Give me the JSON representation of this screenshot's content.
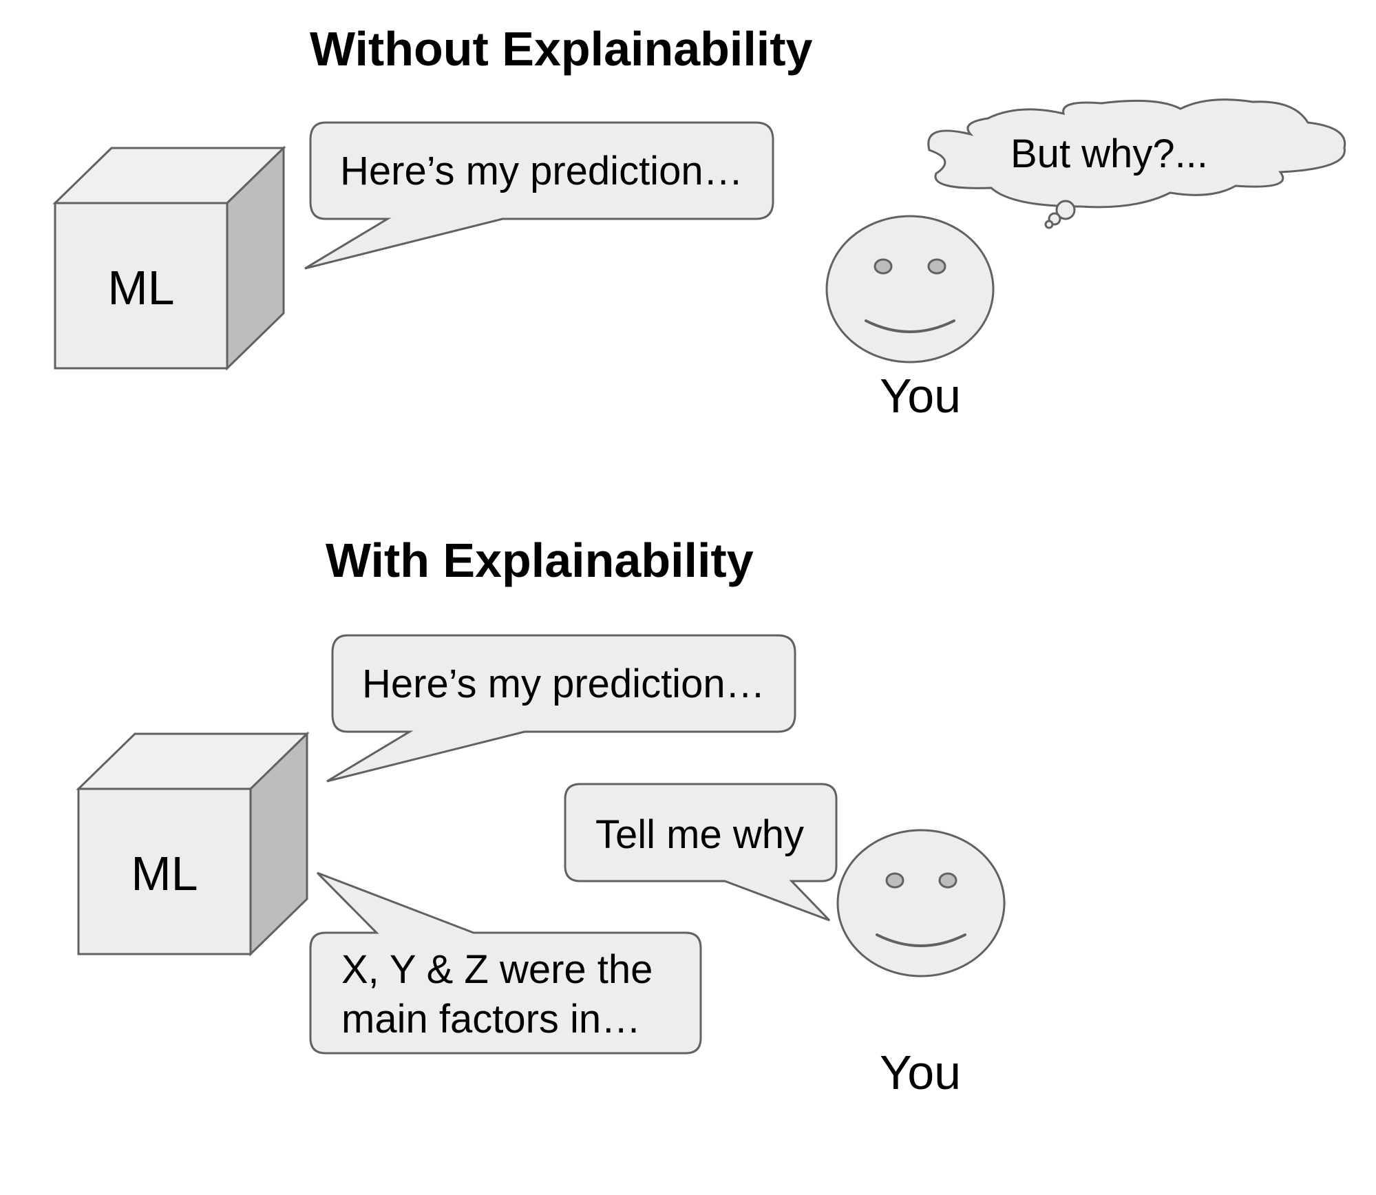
{
  "sections": [
    {
      "title": "Without Explainability",
      "model_label": "ML",
      "model_bubble": "Here’s my prediction…",
      "user_thought": "But why?...",
      "user_label": "You"
    },
    {
      "title": "With Explainability",
      "model_label": "ML",
      "model_bubble": "Here’s my prediction…",
      "user_bubble": "Tell me why",
      "model_explanation_line1": "X, Y & Z were the",
      "model_explanation_line2": "main factors in…",
      "user_label": "You"
    }
  ],
  "colors": {
    "shape_fill": "#ededed",
    "shape_stroke": "#616161",
    "cube_side": "#bdbdbd",
    "text": "#000000"
  }
}
